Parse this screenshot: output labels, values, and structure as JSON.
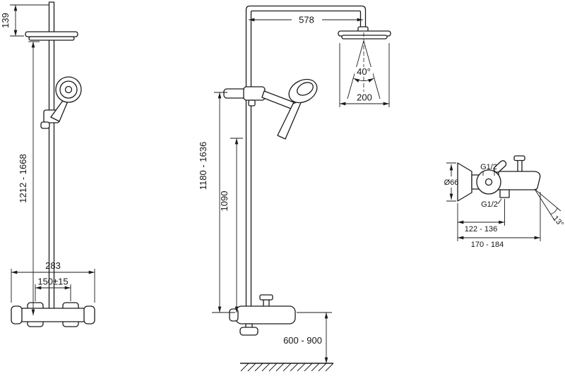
{
  "drawing": {
    "front_view": {
      "head_offset": "139",
      "overall_height": "1212 - 1668",
      "valve_width": "283",
      "inlet_spacing": "150±15"
    },
    "side_view": {
      "arm_reach": "578",
      "spray_angle": "40°",
      "head_diameter": "200",
      "riser_height_range": "1180 - 1636",
      "riser_length": "1090",
      "valve_floor_height": "600 - 900"
    },
    "valve_detail": {
      "flange_diameter": "Ø66",
      "thread_top": "G1/2",
      "thread_bottom": "G1/2",
      "depth_min": "122 - 136",
      "depth_max": "170 - 184",
      "spout_angle": "13°"
    }
  }
}
